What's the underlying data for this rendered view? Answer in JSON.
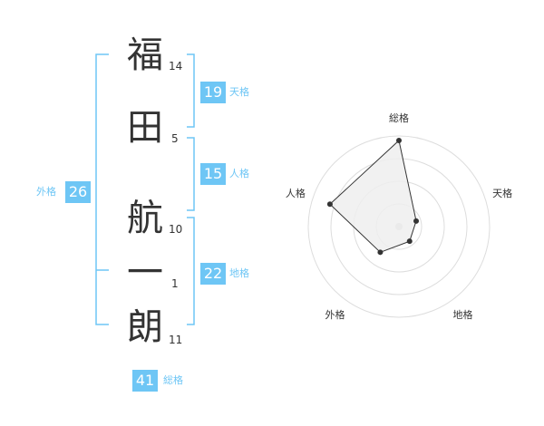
{
  "colors": {
    "accent": "#6ec6f5",
    "text": "#333333",
    "grid": "#dddddd",
    "fill": "#eeeeee"
  },
  "name": {
    "characters": [
      {
        "char": "福",
        "strokes": "14"
      },
      {
        "char": "田",
        "strokes": "5"
      },
      {
        "char": "航",
        "strokes": "10"
      },
      {
        "char": "一",
        "strokes": "1"
      },
      {
        "char": "朗",
        "strokes": "11"
      }
    ]
  },
  "kaku": {
    "tenkaku": {
      "label": "天格",
      "value": "19"
    },
    "jinkaku": {
      "label": "人格",
      "value": "15"
    },
    "chikaku": {
      "label": "地格",
      "value": "22"
    },
    "gaikaku": {
      "label": "外格",
      "value": "26"
    },
    "soukaku": {
      "label": "総格",
      "value": "41"
    }
  },
  "chart_data": {
    "type": "radar",
    "axes": [
      "総格",
      "天格",
      "地格",
      "外格",
      "人格"
    ],
    "values": [
      0.95,
      0.2,
      0.2,
      0.35,
      0.8
    ],
    "scale_max": 1,
    "rings": 4
  }
}
